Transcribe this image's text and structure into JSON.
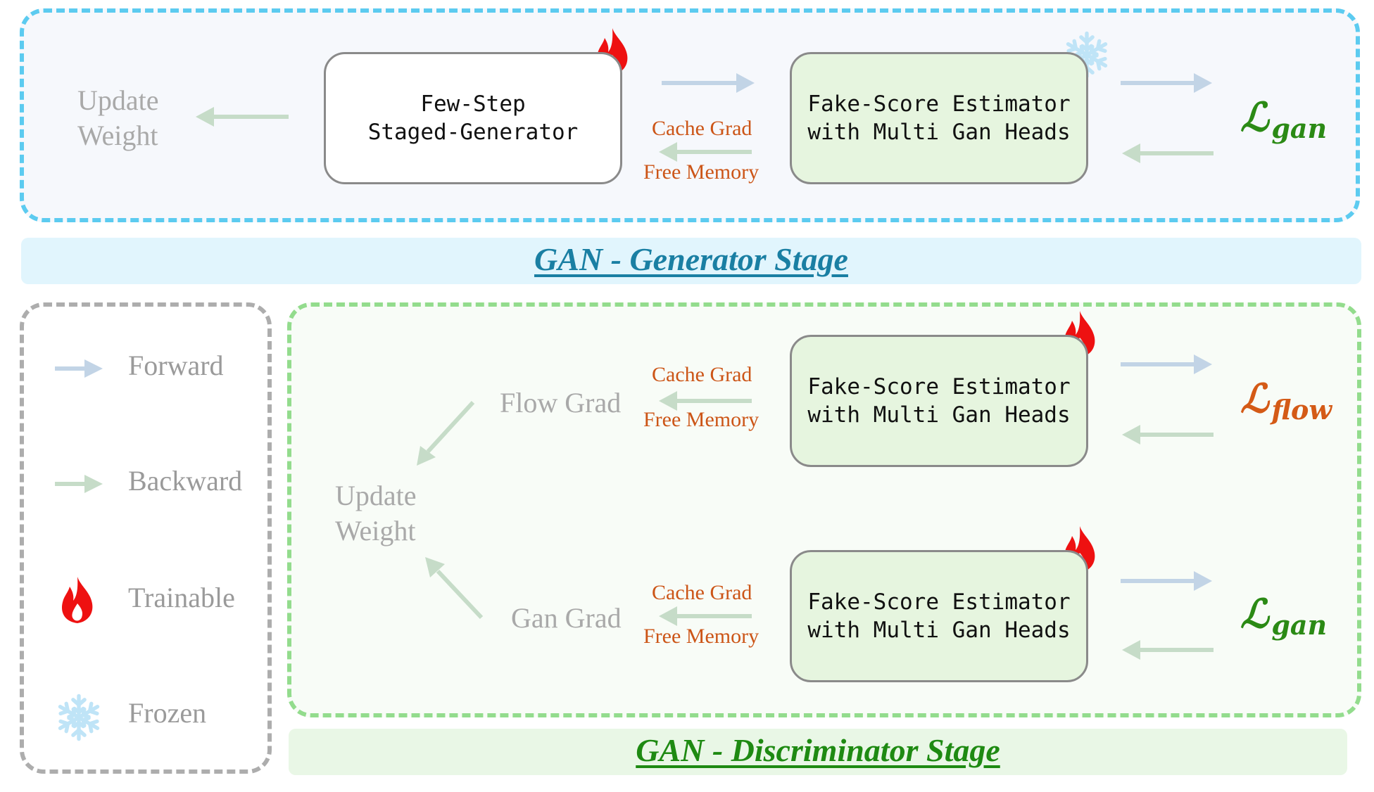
{
  "generator_stage": {
    "title": "GAN - Generator Stage",
    "update_weight": [
      "Update",
      "Weight"
    ],
    "generator_box": [
      "Few-Step",
      "Staged-Generator"
    ],
    "estimator_box": [
      "Fake-Score Estimator",
      "with Multi Gan Heads"
    ],
    "cache_grad": "Cache Grad",
    "free_memory": "Free Memory",
    "loss": {
      "symbol": "ℒ",
      "subscript": "gan"
    }
  },
  "discriminator_stage": {
    "title": "GAN - Discriminator Stage",
    "update_weight": [
      "Update",
      "Weight"
    ],
    "flow_grad": "Flow Grad",
    "gan_grad": "Gan Grad",
    "estimator_top": [
      "Fake-Score Estimator",
      "with Multi Gan Heads"
    ],
    "estimator_bottom": [
      "Fake-Score Estimator",
      "with Multi Gan Heads"
    ],
    "cache_grad_top": "Cache Grad",
    "free_memory_top": "Free Memory",
    "cache_grad_bottom": "Cache Grad",
    "free_memory_bottom": "Free Memory",
    "loss_flow": {
      "symbol": "ℒ",
      "subscript": "flow"
    },
    "loss_gan": {
      "symbol": "ℒ",
      "subscript": "gan"
    }
  },
  "legend": {
    "forward": "Forward",
    "backward": "Backward",
    "trainable": "Trainable",
    "frozen": "Frozen"
  },
  "colors": {
    "generator_accent": "#1a7fa3",
    "discriminator_accent": "#1e8a12",
    "forward_arrow": "#c2d4e6",
    "backward_arrow": "#c6dcc8",
    "flame": "#ee1111",
    "snowflake": "#bfe4f7",
    "grad_text": "#cc5517"
  },
  "icons": {
    "trainable": "flame-icon",
    "frozen": "snowflake-icon"
  }
}
